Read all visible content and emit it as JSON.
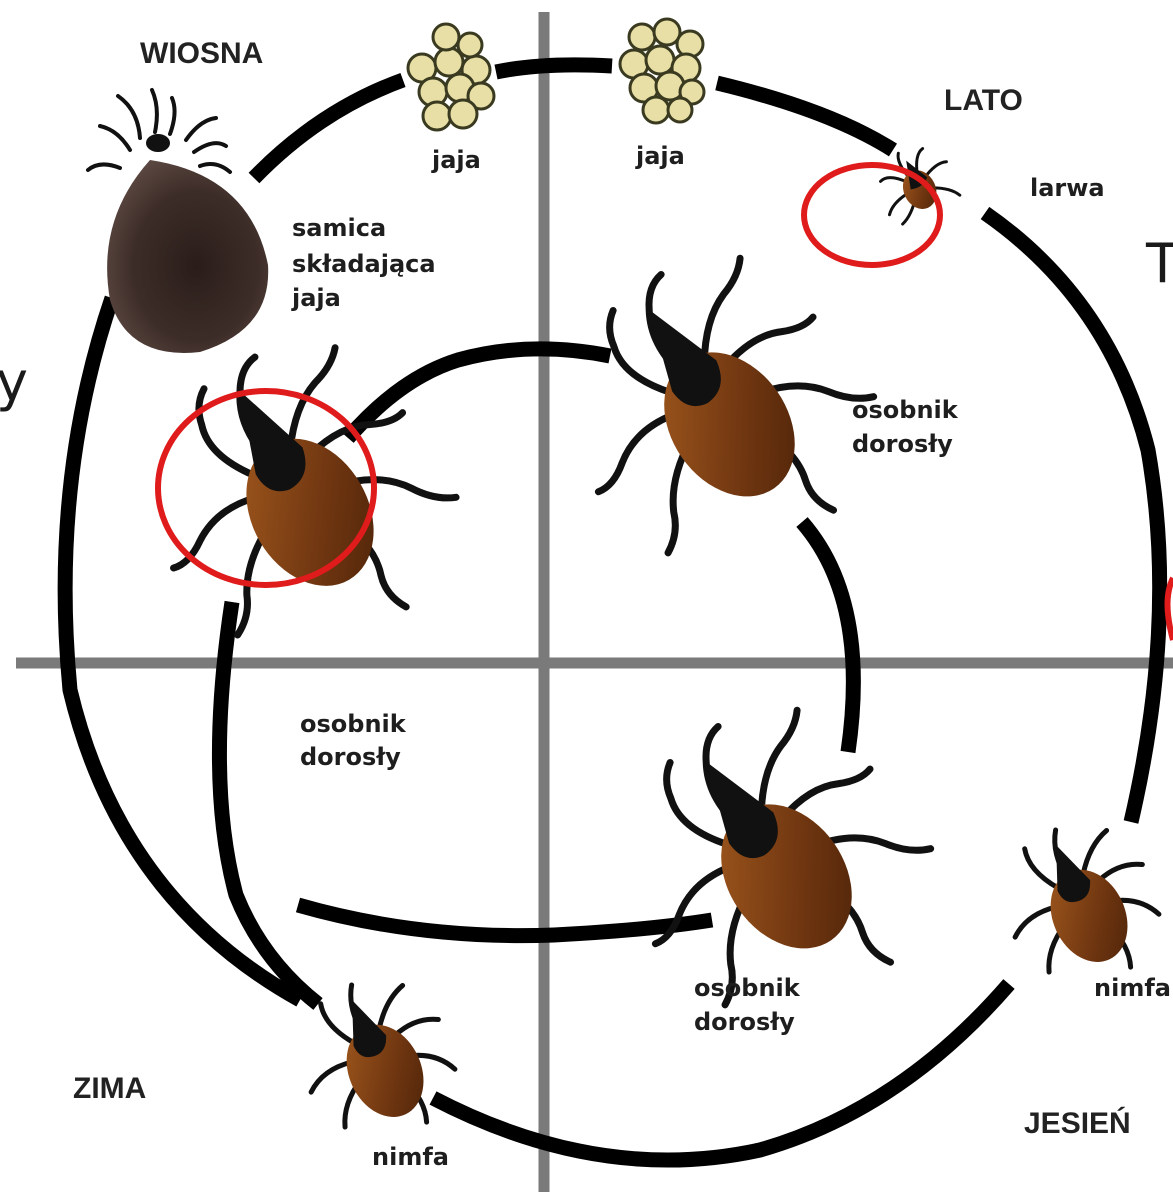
{
  "seasons": {
    "spring": "WIOSNA",
    "summer": "LATO",
    "autumn": "JESIEŃ",
    "winter": "ZIMA"
  },
  "labels": {
    "eggs_left": "jaja",
    "eggs_right": "jaja",
    "female_line1": "samica",
    "female_line2": "składająca",
    "female_line3": "jaja",
    "larva": "larwa",
    "adult_top_line1": "osobnik",
    "adult_top_line2": "dorosły",
    "adult_left_line1": "osobnik",
    "adult_left_line2": "dorosły",
    "adult_bottom_line1": "osobnik",
    "adult_bottom_line2": "dorosły",
    "nymph_right": "nimfa",
    "nymph_bottom": "nimfa"
  },
  "edge_glyphs": {
    "left_cut": "y",
    "right_cut": "T"
  },
  "colors": {
    "path": "#000000",
    "quadrant_axes": "#7a7a7a",
    "highlight_circle": "#e01b1b",
    "egg_fill": "#e8dfa6",
    "egg_stroke": "#3a3a20",
    "tick_body": "#7a3d10",
    "tick_shield": "#111111",
    "engorged_female": "#3b2b26"
  },
  "icons": {
    "eggs": "egg-cluster-icon",
    "larva": "tick-larva-icon",
    "nymph": "tick-nymph-icon",
    "adult": "tick-adult-icon",
    "female": "engorged-female-tick-icon"
  }
}
